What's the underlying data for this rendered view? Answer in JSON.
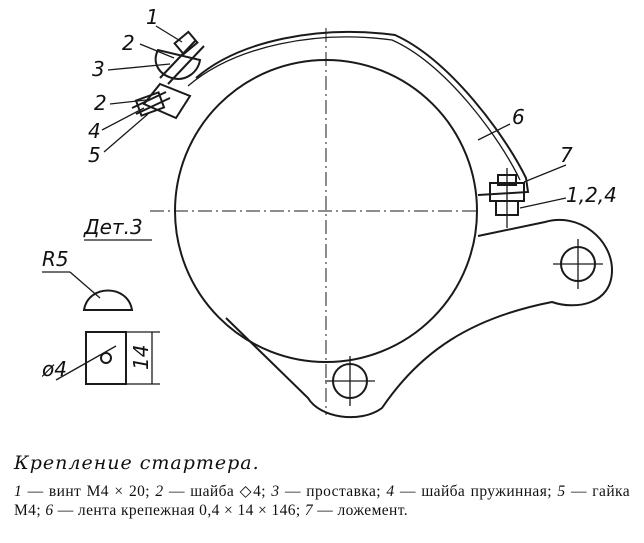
{
  "figure": {
    "callouts": {
      "c1_top": "1",
      "c2_top": "2",
      "c3": "3",
      "c2_mid": "2",
      "c4": "4",
      "c5": "5",
      "c6": "6",
      "c7": "7",
      "c124": "1,2,4"
    },
    "detail_label": "Дет.3",
    "radius_label": "R5",
    "hole_label": "ø4",
    "height_label": "14"
  },
  "caption": {
    "title": "Крепление стартера.",
    "items": [
      {
        "num": "1",
        "text": " — винт М4 × 20; "
      },
      {
        "num": "2",
        "text": " — шайба ◇4; "
      },
      {
        "num": "3",
        "text": " — проставка; "
      },
      {
        "num": "4",
        "text": " — шайба пружинная; "
      },
      {
        "num": "5",
        "text": " — гайка М4; "
      },
      {
        "num": "6",
        "text": " — лента крепежная 0,4 × 14 × 146; "
      },
      {
        "num": "7",
        "text": " — ложемент."
      }
    ]
  }
}
